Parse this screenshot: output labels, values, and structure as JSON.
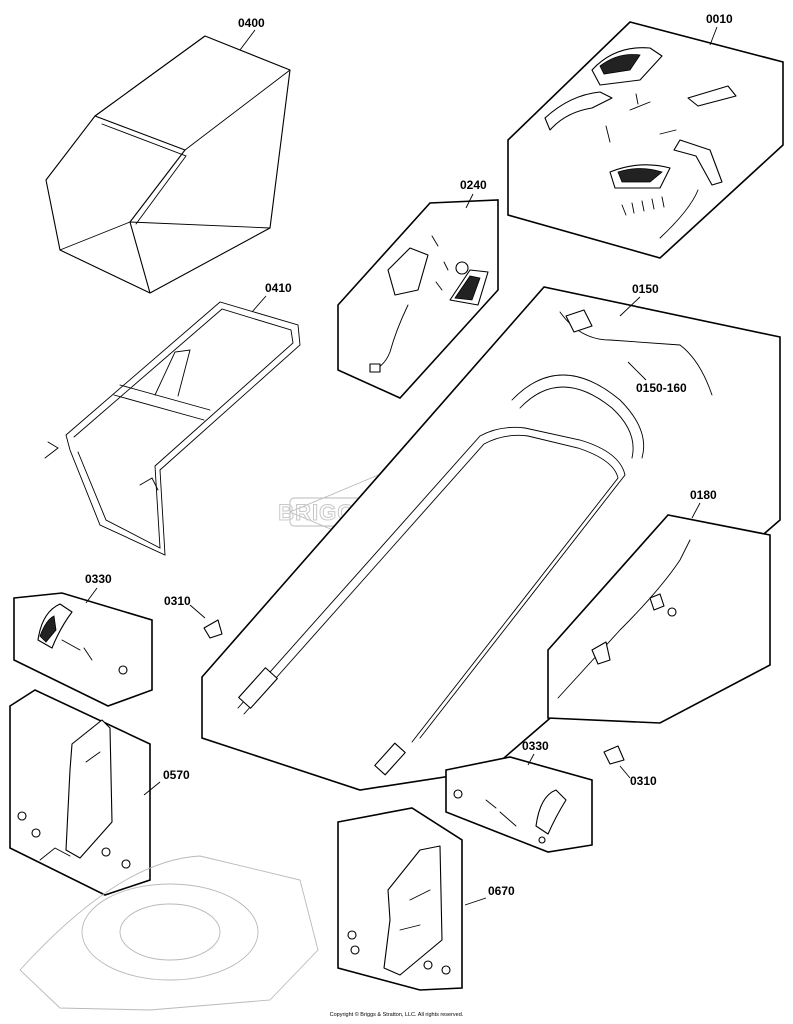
{
  "watermark": "BRIGGS&STRATTON",
  "copyright": "Copyright © Briggs & Stratton, LLC. All rights reserved.",
  "labels": {
    "grass_bag": "0400",
    "bag_frame": "0410",
    "control_kit": "0010",
    "switch_kit": "0240",
    "handle_upper": "0150",
    "handle_cable": "0150-160",
    "cable": "0180",
    "knob_kit_left": "0330",
    "knob_kit_right": "0330",
    "clip_left": "0310",
    "clip_right": "0310",
    "bracket_left": "0570",
    "bracket_right": "0670"
  }
}
